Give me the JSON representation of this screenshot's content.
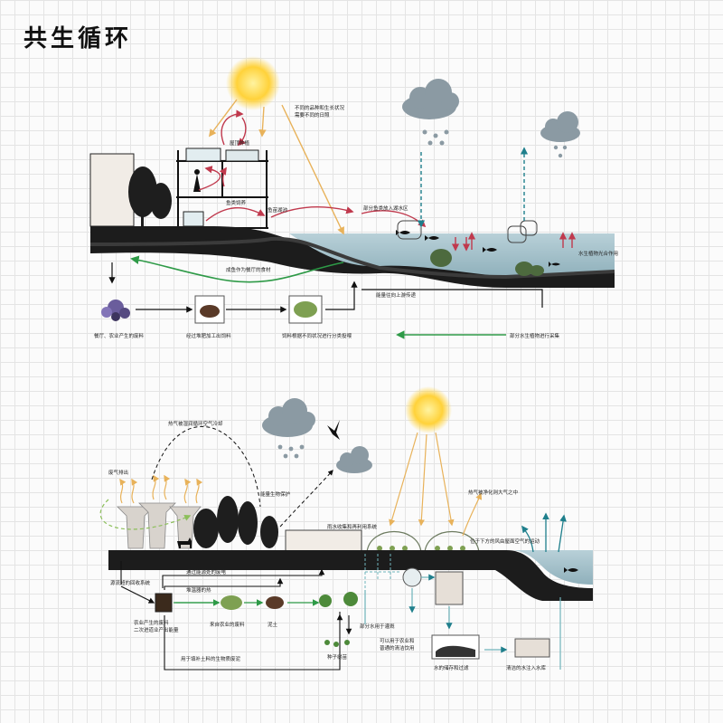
{
  "title": "共生循环",
  "top": {
    "labels": {
      "roof_farm": "屋顶种植",
      "fish_pond": "鱼类饲养",
      "fish_bay": "鱼苗湖池",
      "sun_note_1": "不同的品种和生长状况",
      "sun_note_2": "需要不同的日照",
      "fish_release": "部分鱼类放入湖水区",
      "aquatic_plants": "水生植物光合作用",
      "food_supply": "成鱼作为餐厅的食材",
      "energy_up": "能量往向上游传递",
      "caption_1": "餐厅、农业产生的废料",
      "caption_2": "经过堆肥加工出饲料",
      "caption_3": "饲料根据不同状况进行分类投喂",
      "caption_4": "部分水生植物进行采集"
    }
  },
  "bottom": {
    "labels": {
      "waste_heat": "热气被湿润循环空气冷却",
      "heat_vent": "废气排出",
      "to_forest": "能量生物保护",
      "rain_system": "雨水收集和再利用系统",
      "hot_air": "热气被净化则大气之中",
      "air_flow": "位于下方的风由屋面空气的运动",
      "waste_system": "源流超的回收系统",
      "fuel": "通过能源处的废电",
      "compost_cycle": "堆温器的热",
      "farm_waste_1": "农业产生的废料",
      "farm_waste_2": "二次进道业产出能量",
      "ag_waste": "来自农业的废料",
      "soil": "泥土",
      "seedlings": "种子树苗",
      "irrigation": "部分水用于灌溉",
      "usable_1": "可以用于农业和",
      "usable_2": "普通的清洁饮用",
      "storage": "水的储存和过滤",
      "into_lake": "清洁的水注入水库",
      "soil_protect": "用于填补土料的生物质废泥"
    }
  },
  "colors": {
    "ink": "#111111",
    "sun_arrow": "#e8b25a",
    "heat_arrow": "#c0394d",
    "flow_green": "#2e9a47",
    "water_blue": "#1f7f8c",
    "water": "#a9c3cc",
    "ground": "#1c1c1c",
    "cloud": "#8b9aa3"
  }
}
